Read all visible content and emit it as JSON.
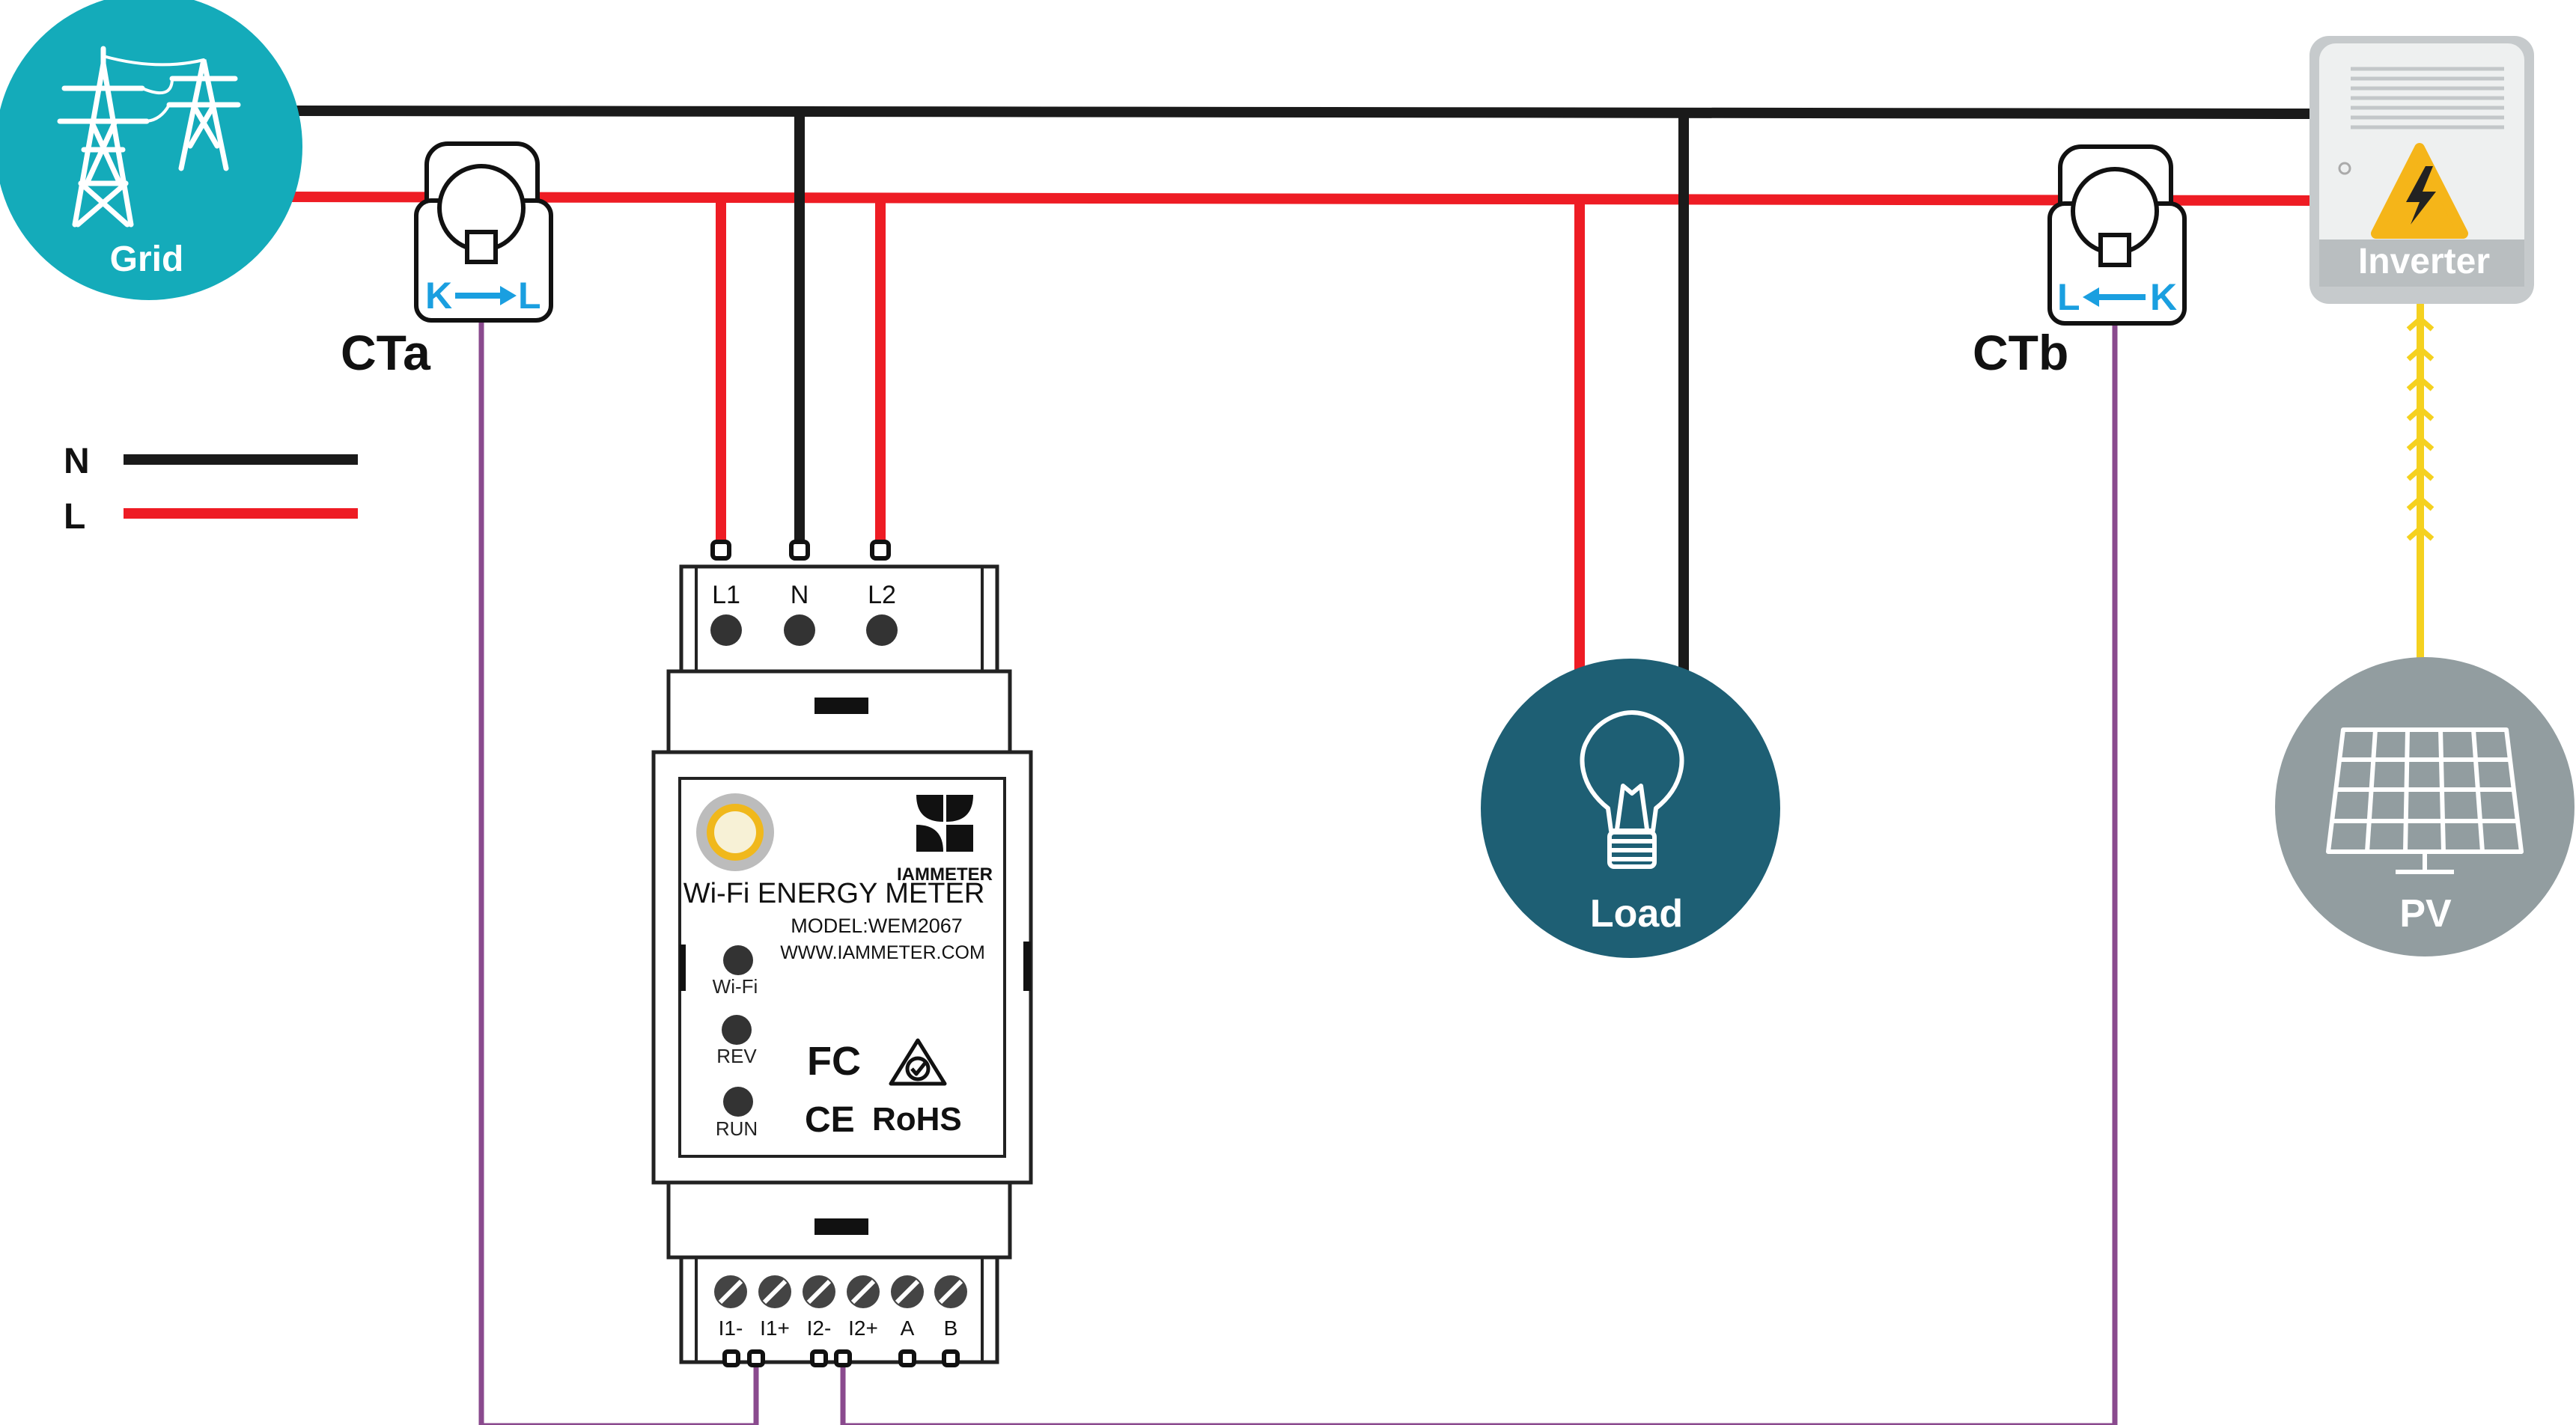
{
  "colors": {
    "neutral": "#1a1a1a",
    "live": "#ee1c24",
    "ct_wire": "#8a4a8e",
    "dc_wire": "#f5d11f",
    "grid": "#14abba",
    "load": "#1e5f74",
    "pv": "#929da0",
    "ct_arrow": "#1a9fe0"
  },
  "grid": {
    "label": "Grid",
    "icon": "power-tower-icon"
  },
  "inverter": {
    "label": "Inverter",
    "icon": "lightning-warning-icon"
  },
  "load": {
    "label": "Load",
    "icon": "light-bulb-icon"
  },
  "pv": {
    "label": "PV",
    "icon": "solar-panel-icon"
  },
  "ct_a": {
    "label": "CTa",
    "k": "K",
    "l": "L"
  },
  "ct_b": {
    "label": "CTb",
    "k": "K",
    "l": "L"
  },
  "legend": {
    "neutral": "N",
    "live": "L"
  },
  "meter": {
    "top_terminals": [
      "L1",
      "N",
      "L2"
    ],
    "bottom_terminals": [
      "I1-",
      "I1+",
      "I2-",
      "I2+",
      "A",
      "B"
    ],
    "brand": "IAMMETER",
    "title": "Wi-Fi ENERGY METER",
    "model": "MODEL:WEM2067",
    "website": "WWW.IAMMETER.COM",
    "leds": [
      "Wi-Fi",
      "REV",
      "RUN"
    ],
    "cert_fc": "FC",
    "cert_ce": "CE",
    "cert_rohs": "RoHS"
  }
}
